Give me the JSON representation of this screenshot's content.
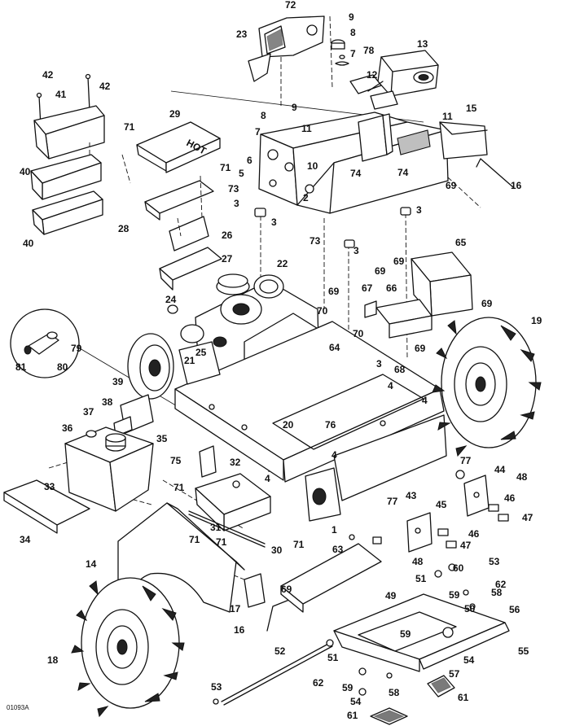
{
  "figure_id": "01093A",
  "callouts": [
    {
      "label": "72"
    },
    {
      "label": "9"
    },
    {
      "label": "8"
    },
    {
      "label": "7"
    },
    {
      "label": "23"
    },
    {
      "label": "13"
    },
    {
      "label": "78"
    },
    {
      "label": "12"
    },
    {
      "label": "42"
    },
    {
      "label": "42"
    },
    {
      "label": "41"
    },
    {
      "label": "29"
    },
    {
      "label": "8"
    },
    {
      "label": "9"
    },
    {
      "label": "7"
    },
    {
      "label": "11"
    },
    {
      "label": "11"
    },
    {
      "label": "15"
    },
    {
      "label": "71"
    },
    {
      "label": "71"
    },
    {
      "label": "6"
    },
    {
      "label": "5"
    },
    {
      "label": "73"
    },
    {
      "label": "10"
    },
    {
      "label": "74"
    },
    {
      "label": "74"
    },
    {
      "label": "69"
    },
    {
      "label": "16"
    },
    {
      "label": "40"
    },
    {
      "label": "3"
    },
    {
      "label": "2"
    },
    {
      "label": "3"
    },
    {
      "label": "3"
    },
    {
      "label": "28"
    },
    {
      "label": "73"
    },
    {
      "label": "40"
    },
    {
      "label": "26"
    },
    {
      "label": "3"
    },
    {
      "label": "65"
    },
    {
      "label": "27"
    },
    {
      "label": "22"
    },
    {
      "label": "69"
    },
    {
      "label": "69"
    },
    {
      "label": "67"
    },
    {
      "label": "66"
    },
    {
      "label": "24"
    },
    {
      "label": "69"
    },
    {
      "label": "69"
    },
    {
      "label": "70"
    },
    {
      "label": "70"
    },
    {
      "label": "19"
    },
    {
      "label": "79"
    },
    {
      "label": "25"
    },
    {
      "label": "64"
    },
    {
      "label": "69"
    },
    {
      "label": "81"
    },
    {
      "label": "80"
    },
    {
      "label": "21"
    },
    {
      "label": "3"
    },
    {
      "label": "68"
    },
    {
      "label": "39"
    },
    {
      "label": "4"
    },
    {
      "label": "4"
    },
    {
      "label": "38"
    },
    {
      "label": "20"
    },
    {
      "label": "76"
    },
    {
      "label": "37"
    },
    {
      "label": "36"
    },
    {
      "label": "35"
    },
    {
      "label": "4"
    },
    {
      "label": "75"
    },
    {
      "label": "32"
    },
    {
      "label": "77"
    },
    {
      "label": "44"
    },
    {
      "label": "48"
    },
    {
      "label": "33"
    },
    {
      "label": "4"
    },
    {
      "label": "34"
    },
    {
      "label": "71"
    },
    {
      "label": "77"
    },
    {
      "label": "43"
    },
    {
      "label": "45"
    },
    {
      "label": "46"
    },
    {
      "label": "47"
    },
    {
      "label": "31"
    },
    {
      "label": "1"
    },
    {
      "label": "46"
    },
    {
      "label": "71"
    },
    {
      "label": "71"
    },
    {
      "label": "30"
    },
    {
      "label": "71"
    },
    {
      "label": "63"
    },
    {
      "label": "47"
    },
    {
      "label": "14"
    },
    {
      "label": "48"
    },
    {
      "label": "60"
    },
    {
      "label": "53"
    },
    {
      "label": "51"
    },
    {
      "label": "69"
    },
    {
      "label": "17"
    },
    {
      "label": "49"
    },
    {
      "label": "62"
    },
    {
      "label": "59"
    },
    {
      "label": "58"
    },
    {
      "label": "50"
    },
    {
      "label": "56"
    },
    {
      "label": "16"
    },
    {
      "label": "52"
    },
    {
      "label": "59"
    },
    {
      "label": "18"
    },
    {
      "label": "54"
    },
    {
      "label": "55"
    },
    {
      "label": "51"
    },
    {
      "label": "57"
    },
    {
      "label": "62"
    },
    {
      "label": "59"
    },
    {
      "label": "58"
    },
    {
      "label": "53"
    },
    {
      "label": "54"
    },
    {
      "label": "61"
    },
    {
      "label": "61"
    }
  ]
}
